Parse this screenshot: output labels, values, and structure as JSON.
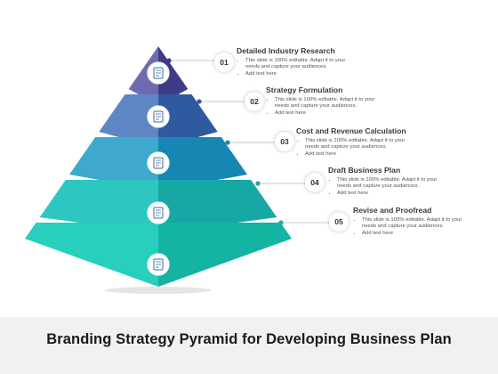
{
  "title": "Branding Strategy Pyramid for Developing Business Plan",
  "levels": [
    {
      "number": "01",
      "heading": "Detailed Industry Research",
      "icon": "research-document-icon",
      "color_left": "#6f6bb0",
      "color_right": "#3f3b85",
      "bullets": [
        "This slide is 100% editable. Adapt it to your needs and capture your audiences.",
        "Add text here"
      ]
    },
    {
      "number": "02",
      "heading": "Strategy Formulation",
      "icon": "strategy-chess-icon",
      "color_left": "#5f86c4",
      "color_right": "#2f5aa0",
      "bullets": [
        "This slide is 100% editable. Adapt it to your needs and capture your audiences.",
        "Add text here"
      ]
    },
    {
      "number": "03",
      "heading": "Cost and Revenue Calculation",
      "icon": "calculator-icon",
      "color_left": "#3ea9cd",
      "color_right": "#1687b2",
      "bullets": [
        "This slide is 100% editable. Adapt it to your needs and capture your audiences.",
        "Add text here"
      ]
    },
    {
      "number": "04",
      "heading": "Draft Business Plan",
      "icon": "business-plan-icon",
      "color_left": "#2ec6c1",
      "color_right": "#17a8a6",
      "bullets": [
        "This slide is 100% editable. Adapt it to your needs and capture your audiences.",
        "Add text here"
      ]
    },
    {
      "number": "05",
      "heading": "Revise and Proofread",
      "icon": "proofread-icon",
      "color_left": "#27cfbc",
      "color_right": "#14b3a2",
      "bullets": [
        "This slide is 100% editable. Adapt it to your needs and capture your audiences.",
        "Add text here"
      ]
    }
  ],
  "base_icon": "document-check-icon"
}
